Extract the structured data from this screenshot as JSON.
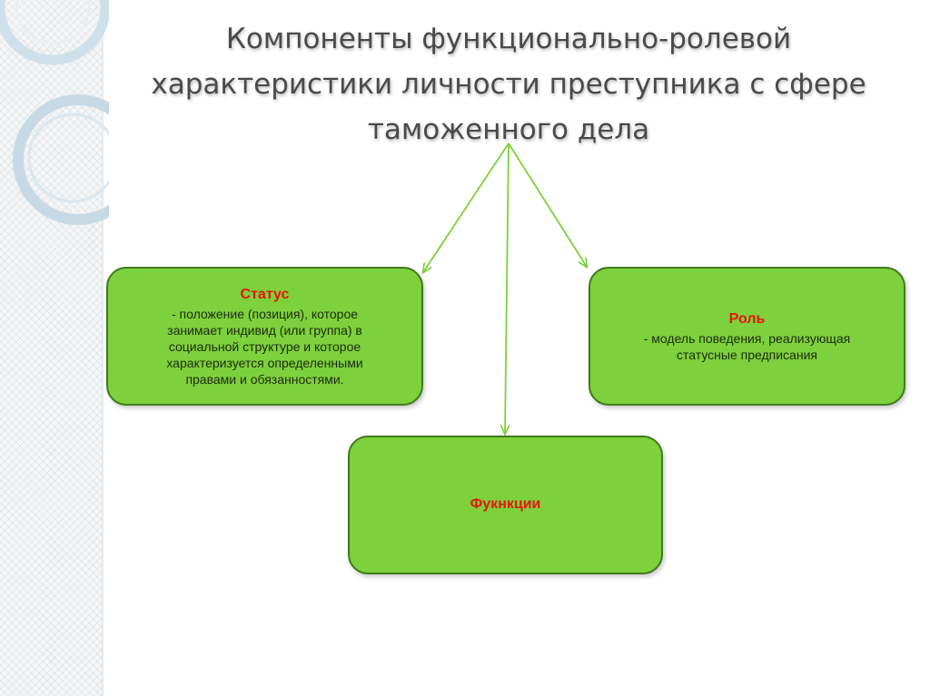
{
  "title": {
    "lines": [
      "Компоненты функционально-ролевой",
      "характеристики личности преступника с сфере",
      "таможенного дела"
    ]
  },
  "colors": {
    "box_fill": "#7dd13c",
    "box_border": "#3f7a1b",
    "heading_red": "#e3170a",
    "arrow_green": "#7dd13c",
    "title_text": "#4a4a4a"
  },
  "nodes": {
    "status": {
      "heading": "Статус",
      "lines": [
        "- положение (позиция), которое",
        "занимает индивид (или группа) в",
        "социальной структуре и которое",
        "характеризуется определенными",
        "правами и обязанностями."
      ]
    },
    "role": {
      "heading": "Роль",
      "lines": [
        "- модель поведения, реализующая",
        "статусные предписания"
      ]
    },
    "functions": {
      "heading": "Фукнкции"
    }
  }
}
